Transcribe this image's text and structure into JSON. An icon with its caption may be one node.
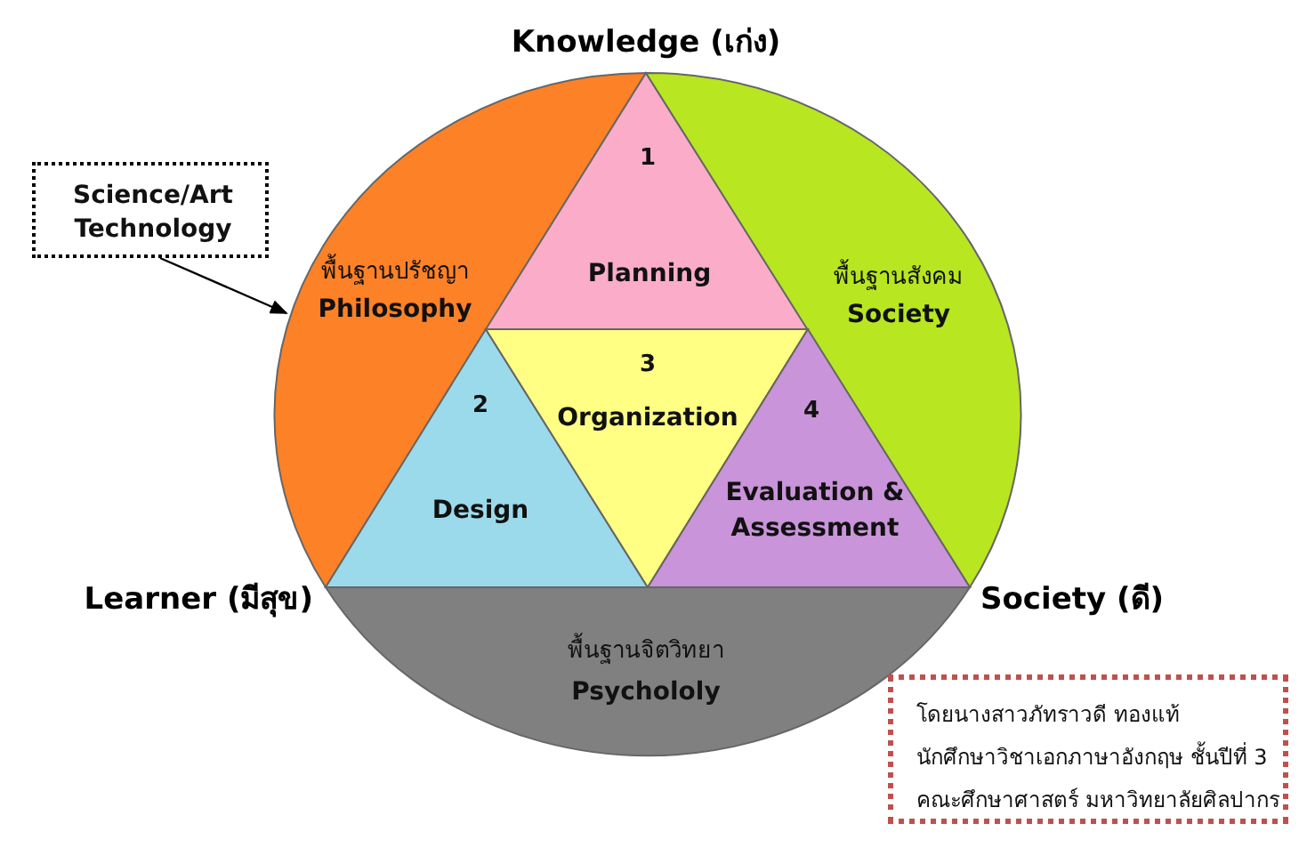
{
  "diagram": {
    "nodes": [
      {
        "text": [
          "Science/Art Technology"
        ]
      },
      {
        "text": [
          "พื้นฐานปรัชญา",
          "Philosophy"
        ]
      },
      {
        "text": [
          "1",
          "Planning"
        ]
      },
      {
        "text": [
          "พื้นฐานสังคม",
          "Society"
        ]
      },
      {
        "text": [
          "2",
          "Design"
        ]
      },
      {
        "text": [
          "3",
          "Organization"
        ]
      },
      {
        "text": [
          "4",
          "Evaluation & Assessment"
        ]
      },
      {
        "text": [
          "พื้นฐานจิตวิทยา",
          "Psychololy"
        ]
      },
      {
        "text": [
          "โดยนางสาวภัทราวดี ทองแท้",
          "นักศึกษาวิชาเอกภาษาอังกฤษ ชั้นปีที่ 3",
          "คณะศึกษาศาสตร์ มหาวิทยาลัยศิลปากร"
        ]
      }
    ],
    "edges": [
      {
        "from": 0,
        "to": 1,
        "arrow": "to"
      }
    ],
    "labels": [
      "Knowledge (เก่ง)",
      "Learner (มีสุข)",
      "Society (ดี)"
    ]
  }
}
